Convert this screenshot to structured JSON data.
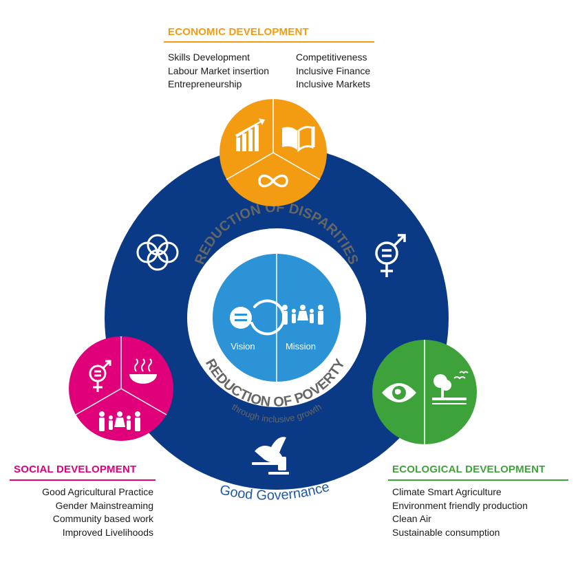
{
  "colors": {
    "economic": "#f39c12",
    "social": "#e0007a",
    "ecological": "#3ea23a",
    "ring": "#0a3a85",
    "core": "#2c93d6",
    "text_blue": "#1f5aa6"
  },
  "economic": {
    "heading": "ECONOMIC DEVELOPMENT",
    "col1": [
      "Skills Development",
      "Labour Market insertion",
      "Entrepreneurship"
    ],
    "col2": [
      "Competitiveness",
      "Inclusive Finance",
      "Inclusive Markets"
    ],
    "icons": [
      "growth-chart-icon",
      "book-icon",
      "infinity-icon"
    ]
  },
  "social": {
    "heading": "SOCIAL DEVELOPMENT",
    "items": [
      "Good Agricultural Practice",
      "Gender Mainstreaming",
      "Community based work",
      "Improved Livelihoods"
    ],
    "icons": [
      "gender-equality-icon",
      "food-bowl-icon",
      "family-icon"
    ]
  },
  "ecological": {
    "heading": "ECOLOGICAL DEVELOPMENT",
    "items": [
      "Climate Smart Agriculture",
      "Environment friendly production",
      "Clean Air",
      "Sustainable consumption"
    ],
    "icons": [
      "eye-earth-icon",
      "tree-landscape-icon"
    ]
  },
  "ring_labels": {
    "partnerships": "Strong Strategic Partnerships",
    "gender": "Gender Mainstreaming",
    "governance": "Good Governance"
  },
  "center": {
    "top_arc": "REDUCTION OF DISPARITIES",
    "bottom_arc": "REDUCTION OF POVERTY",
    "sub_arc": "through inclusive growth",
    "vision": "Vision",
    "mission": "Mission"
  }
}
